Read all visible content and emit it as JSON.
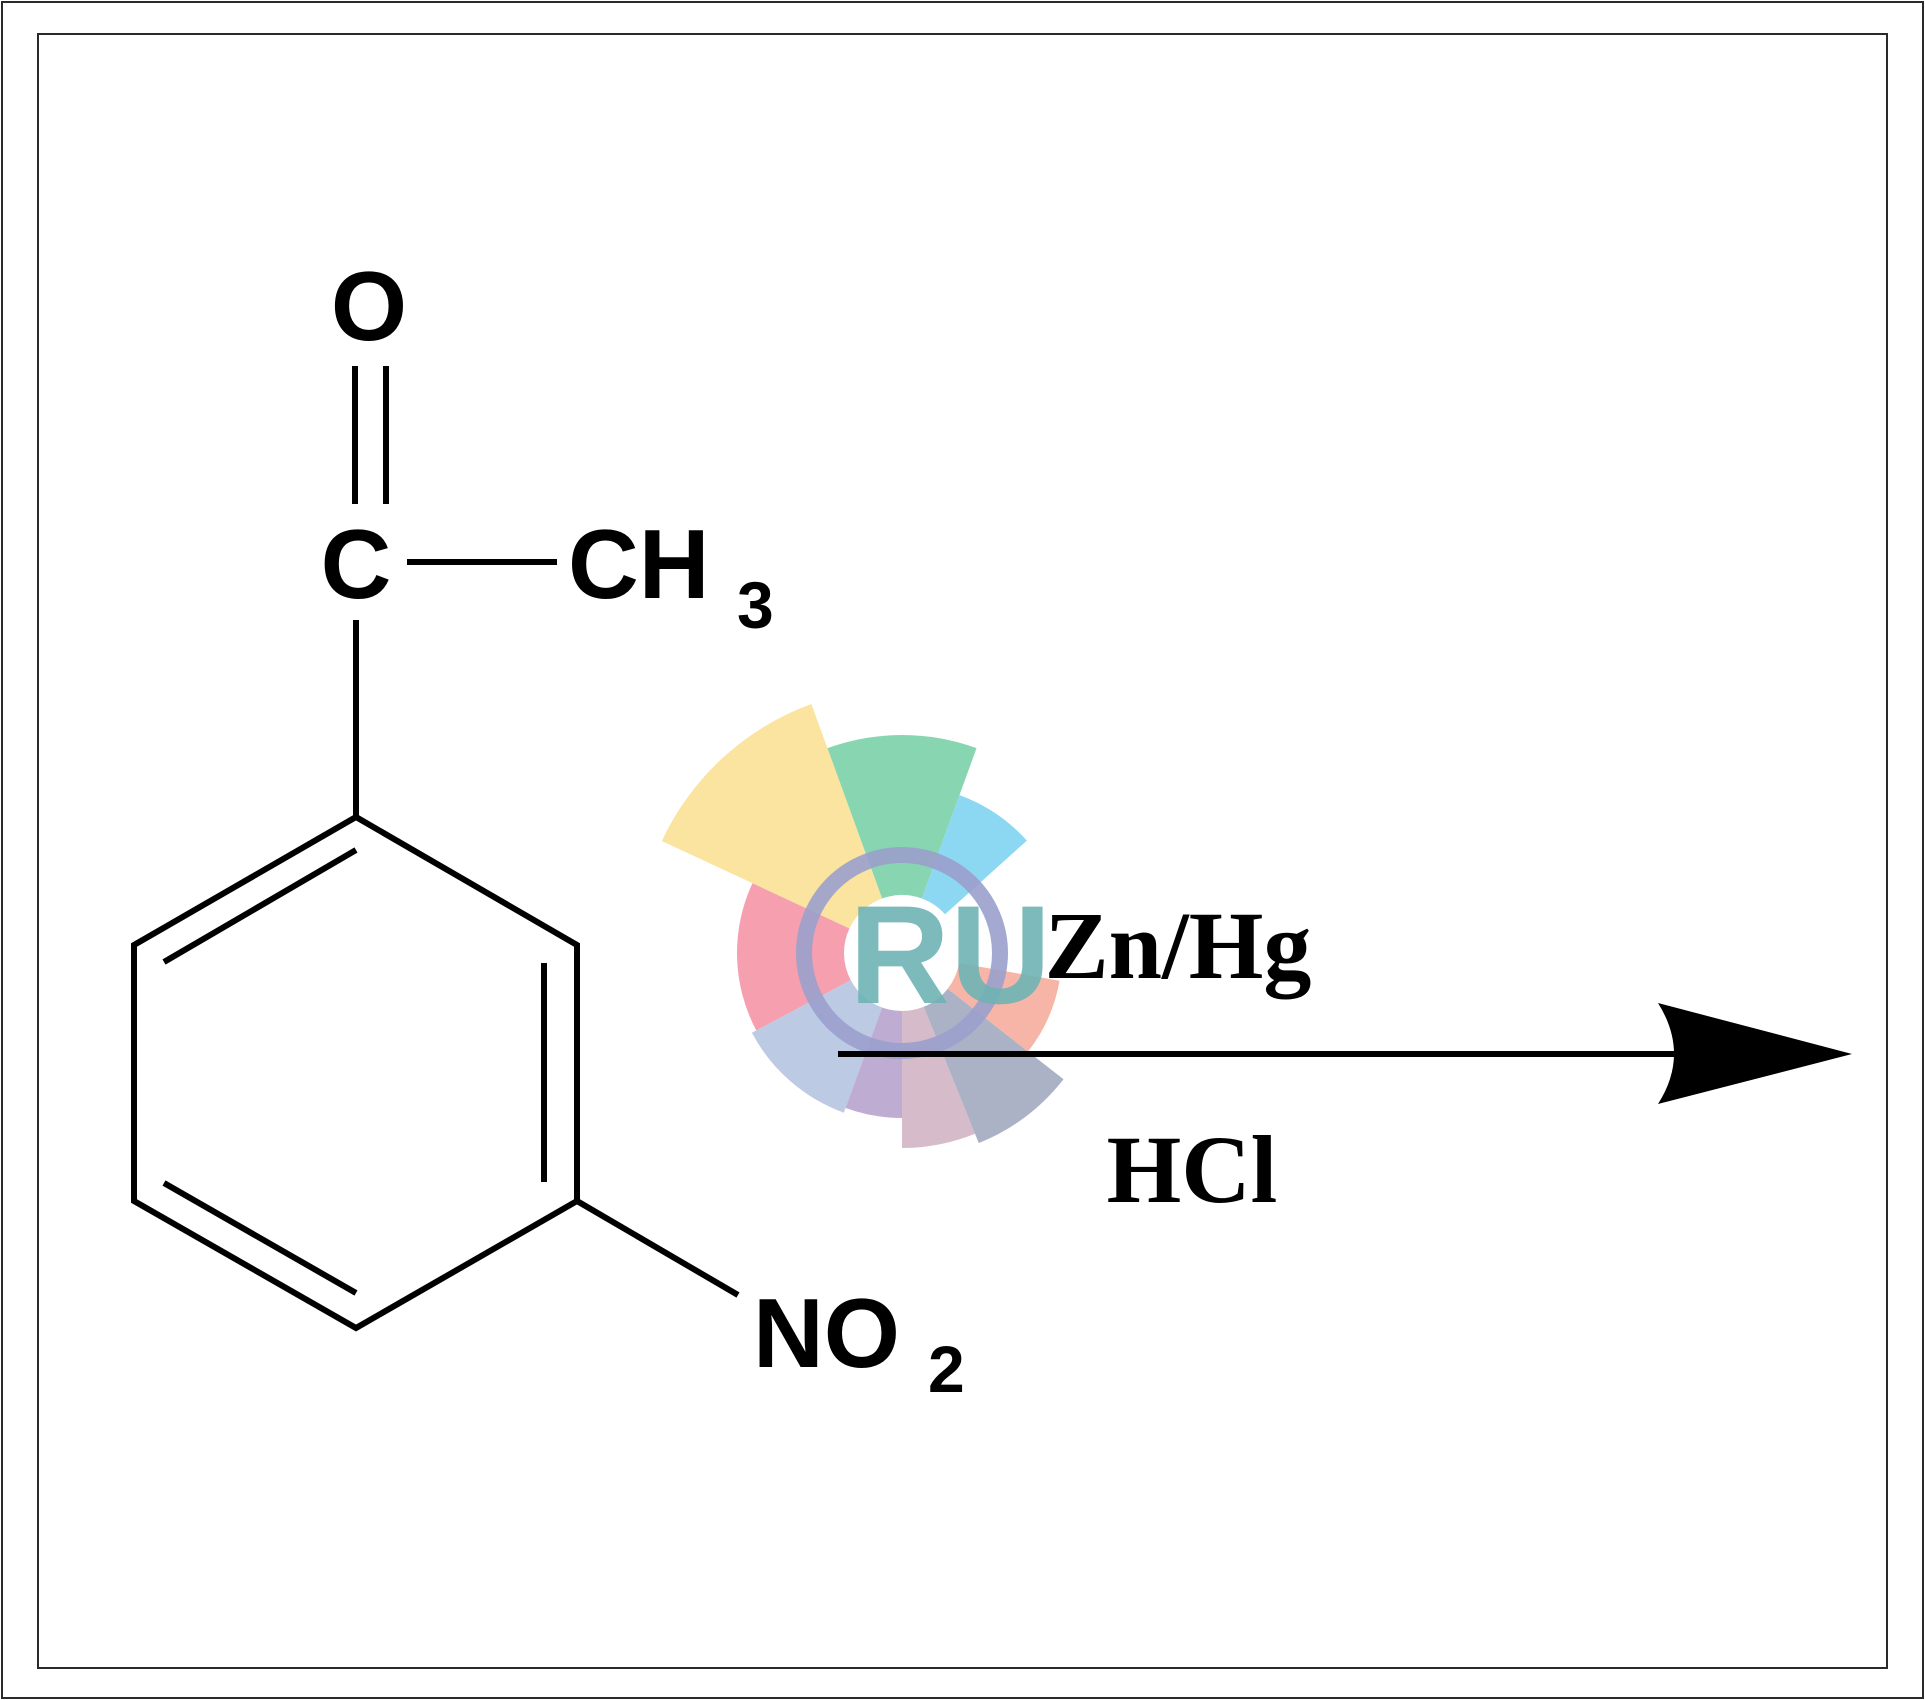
{
  "molecule": {
    "atoms": {
      "oxygen": "O",
      "carbonyl_carbon": "C",
      "methyl": "CH",
      "methyl_subscript": "3",
      "nitro": "NO",
      "nitro_subscript": "2"
    }
  },
  "reaction": {
    "reagent_above_arrow": "Zn/Hg",
    "reagent_below_arrow": "HCl"
  },
  "watermark": {
    "text": "RU",
    "petal_colors": [
      "#fbe39a",
      "#82d4ad",
      "#86d6f1",
      "#f49aab",
      "#b8c7e3",
      "#bba8d1",
      "#d4b7c7",
      "#a8aec3",
      "#f6b1a1"
    ],
    "ring_color": "#9aa0cc",
    "text_color": "#6fb3b5"
  },
  "colors": {
    "ink": "#000000",
    "frame": "#2a2a2a"
  }
}
